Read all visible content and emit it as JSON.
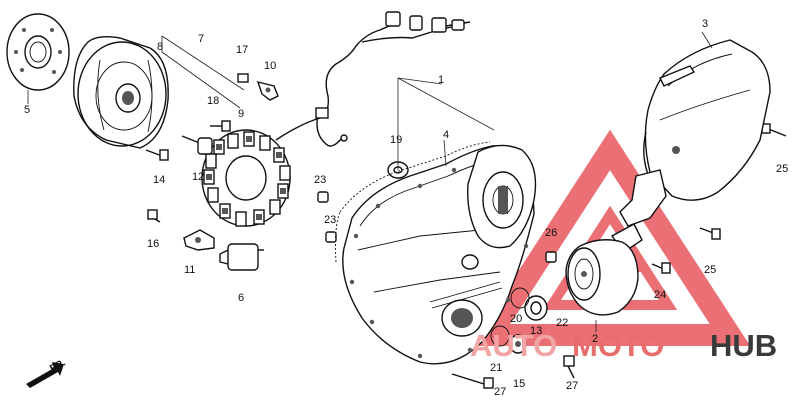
{
  "diagram": {
    "part_numbers": [
      "1",
      "2",
      "3",
      "4",
      "5",
      "6",
      "7",
      "8",
      "9",
      "10",
      "11",
      "12",
      "13",
      "14",
      "15",
      "16",
      "17",
      "18",
      "19",
      "20",
      "21",
      "22",
      "23",
      "23",
      "24",
      "25",
      "25",
      "26",
      "27",
      "27"
    ],
    "front_marker": "FR."
  },
  "watermark": {
    "word_a": "AUTO",
    "word_b": "MOTO",
    "word_c": "HUB",
    "color_light": "#f2a3a3",
    "color_mid": "#e86d6d",
    "color_dark": "#3a3a3a"
  },
  "colors": {
    "ink": "#111111",
    "paper": "#ffffff",
    "watermark_red": "#e8585e"
  }
}
